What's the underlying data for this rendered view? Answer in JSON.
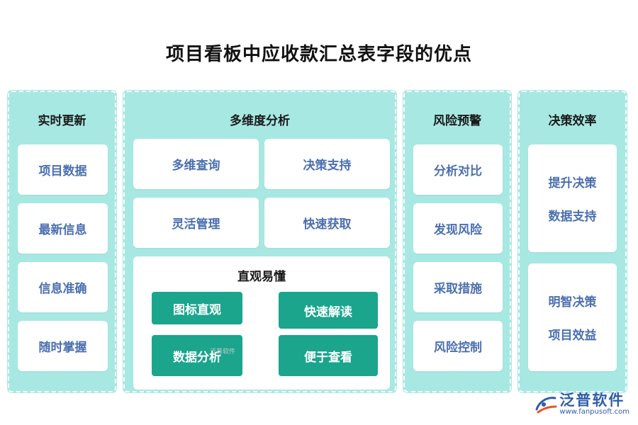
{
  "title": "项目看板中应收款汇总表字段的优点",
  "columns": [
    {
      "heading": "实时更新",
      "items": [
        "项目数据",
        "最新信息",
        "信息准确",
        "随时掌握"
      ]
    },
    {
      "heading": "多维度分析",
      "items": [
        "多维查询",
        "决策支持",
        "灵活管理",
        "快速获取"
      ],
      "sub_panel": {
        "heading": "直观易懂",
        "tiles": [
          "图标直观",
          "快速解读",
          "数据分析",
          "便于查看"
        ]
      }
    },
    {
      "heading": "风险预警",
      "items": [
        "分析对比",
        "发现风险",
        "采取措施",
        "风险控制"
      ]
    },
    {
      "heading": "决策效率",
      "cards": [
        {
          "lines": [
            "提升决策",
            "数据支持"
          ]
        },
        {
          "lines": [
            "明智决策",
            "项目效益"
          ]
        }
      ]
    }
  ],
  "watermark": "泛普软件",
  "logo": {
    "name": "泛普软件",
    "url": "www.fanpusoft.com"
  },
  "colors": {
    "panel": "#a8e8e2",
    "tile": "#1aa58c",
    "card_text": "#4b6fb0",
    "logo": "#2f5da8"
  }
}
